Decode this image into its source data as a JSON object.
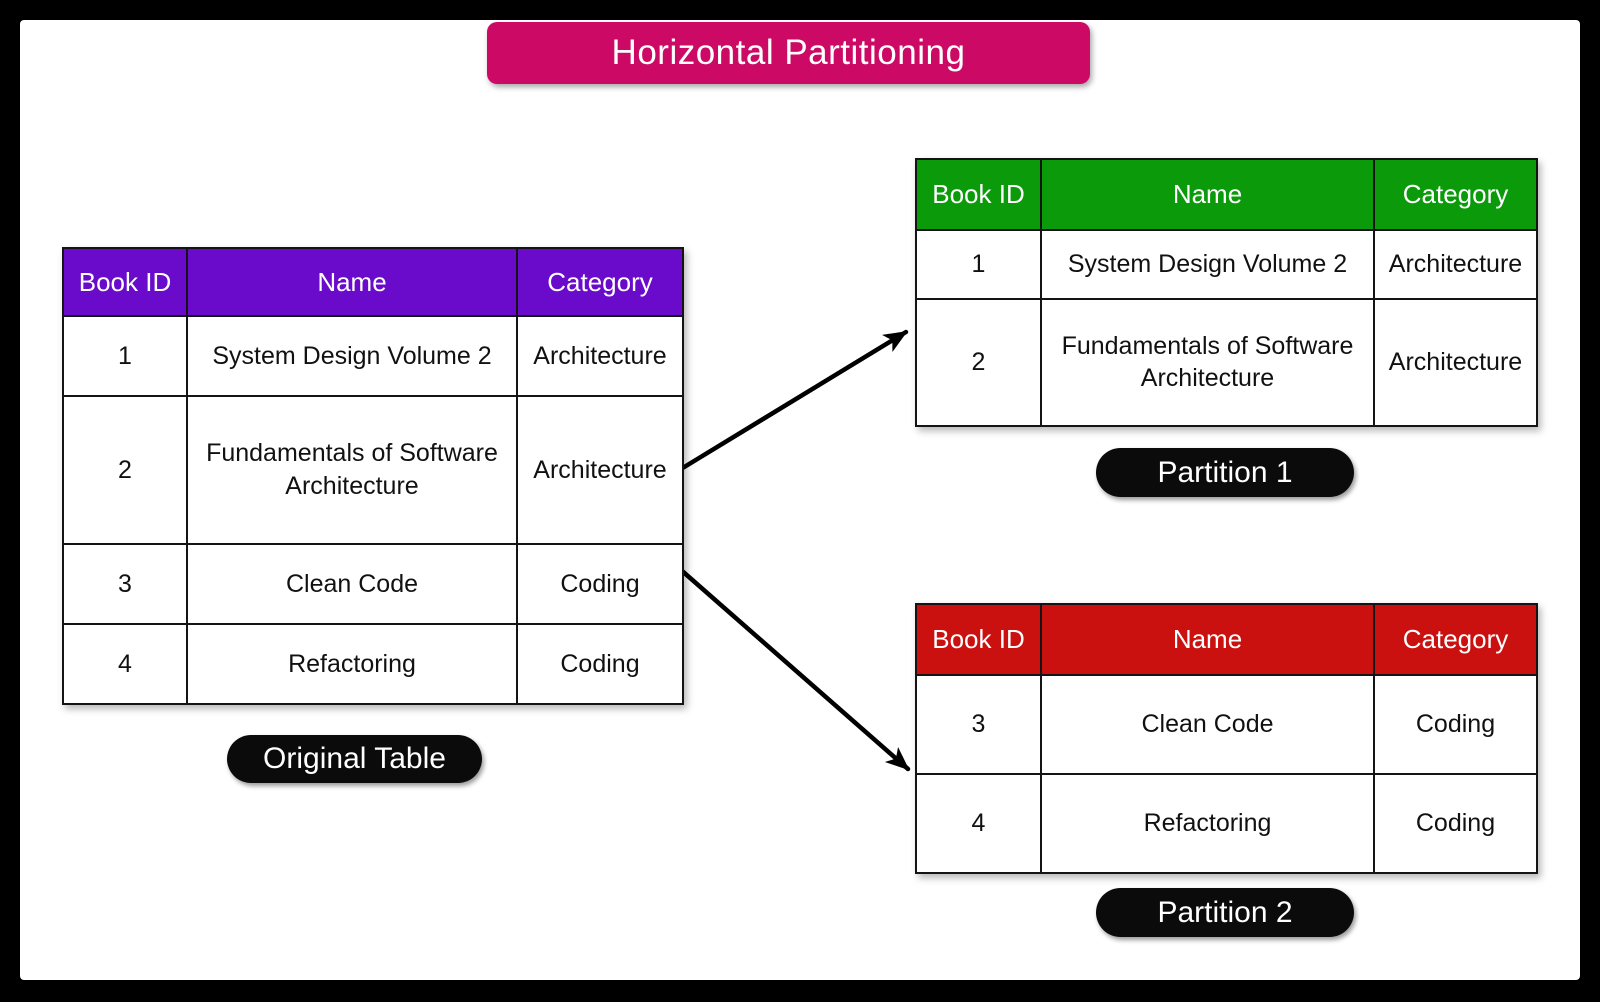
{
  "title": "Horizontal Partitioning",
  "colors": {
    "title-bg": "#CC0A66",
    "original-header-bg": "#6A0BCB",
    "partition1-header-bg": "#0A9A0A",
    "partition2-header-bg": "#CB1010",
    "label-pill-bg": "#0B0B0B",
    "header-text": "#FFFFFF",
    "cell-text": "#111111"
  },
  "tables": {
    "original": {
      "label": "Original Table",
      "headers": [
        "Book ID",
        "Name",
        "Category"
      ],
      "rows": [
        [
          "1",
          "System Design Volume 2",
          "Architecture"
        ],
        [
          "2",
          "Fundamentals of Software Architecture",
          "Architecture"
        ],
        [
          "3",
          "Clean Code",
          "Coding"
        ],
        [
          "4",
          "Refactoring",
          "Coding"
        ]
      ]
    },
    "partition1": {
      "label": "Partition 1",
      "headers": [
        "Book ID",
        "Name",
        "Category"
      ],
      "rows": [
        [
          "1",
          "System Design Volume 2",
          "Architecture"
        ],
        [
          "2",
          "Fundamentals of Software Architecture",
          "Architecture"
        ]
      ]
    },
    "partition2": {
      "label": "Partition 2",
      "headers": [
        "Book ID",
        "Name",
        "Category"
      ],
      "rows": [
        [
          "3",
          "Clean Code",
          "Coding"
        ],
        [
          "4",
          "Refactoring",
          "Coding"
        ]
      ]
    }
  }
}
